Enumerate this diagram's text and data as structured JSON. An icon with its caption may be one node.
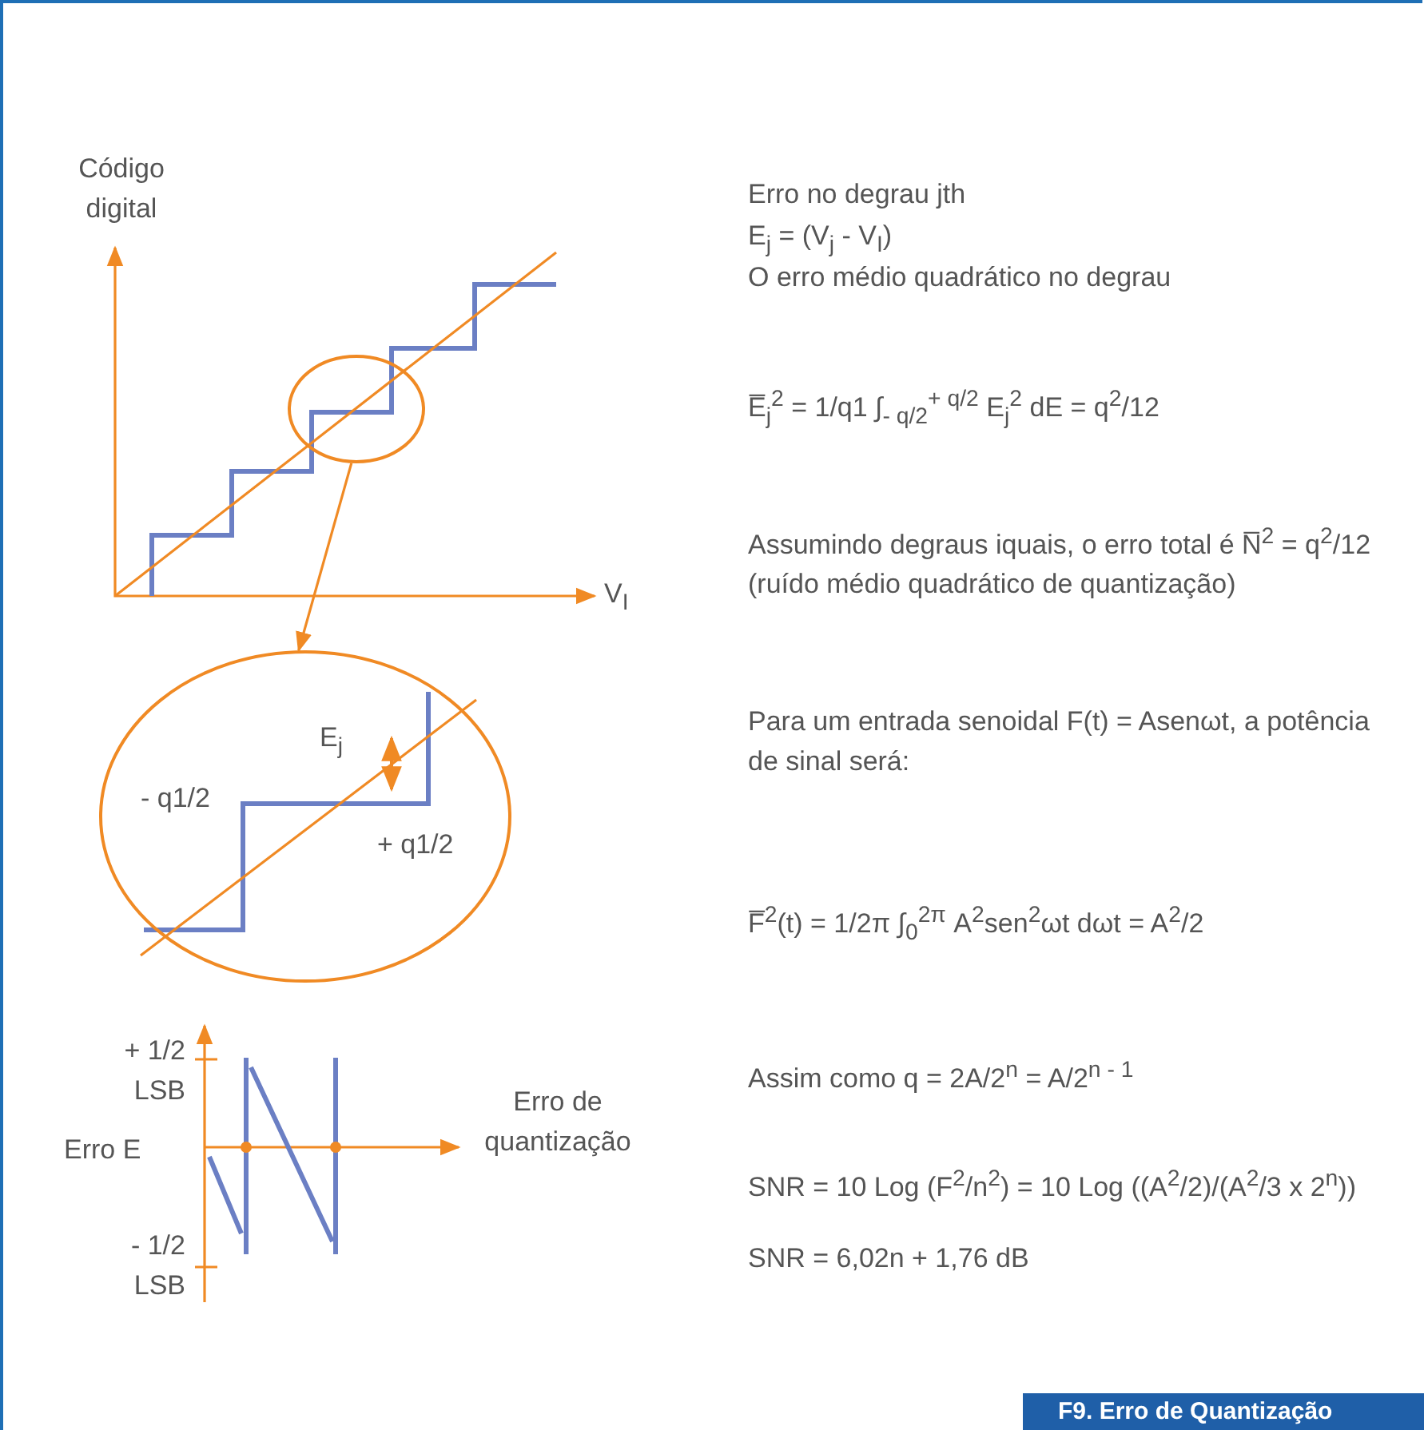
{
  "diagram": {
    "caption": "F9. Erro de Quantização",
    "nodes": [
      {
        "text": [],
        "shape": "circle"
      },
      {
        "text": [],
        "shape": "circle"
      }
    ],
    "edges": [
      {
        "from": 0,
        "to": 1,
        "arrow": "to"
      }
    ],
    "labels": [
      "Código digital",
      "V$_{I}$",
      "E$_{j}$",
      "- q1/2",
      "+ q1/2",
      "+ 1/2 LSB",
      "Erro E",
      "- 1/2 LSB",
      "Erro de quantização",
      "Erro no degrau jth",
      "E$_{j}$ = (V$_{j}$ - V$_{I}$)",
      "O erro médio quadrático no degrau",
      "E̅$_{j}$$^{2}$ = 1/q1 ∫$_{- q/2}$$^{+ q/2}$ E$_{j}$$^{2}$ dE = q$^{2}$/12",
      "Assumindo degraus iquais, o erro total é N̅$^{2}$ = q$^{2}$/12 (ruído médio quadrático de quantização)",
      "Para um entrada senoidal F(t) = Asenωt, a potência de sinal será:",
      "F̅$^{2}$(t) = 1/2π ∫$_{0}$$^{2π}$ A$^{2}$sen$^{2}$ωt dωt = A$^{2}$/2",
      "Assim como q = 2A/2$^{n}$ = A/2$^{n - 1}$",
      "SNR = 10 Log (F$^{2}$/n$^{2}$) = 10 Log ((A$^{2}$/2)/(A$^{2}$/3 x 2$^{n}$))",
      "SNR = 6,02n + 1,76 dB"
    ]
  }
}
